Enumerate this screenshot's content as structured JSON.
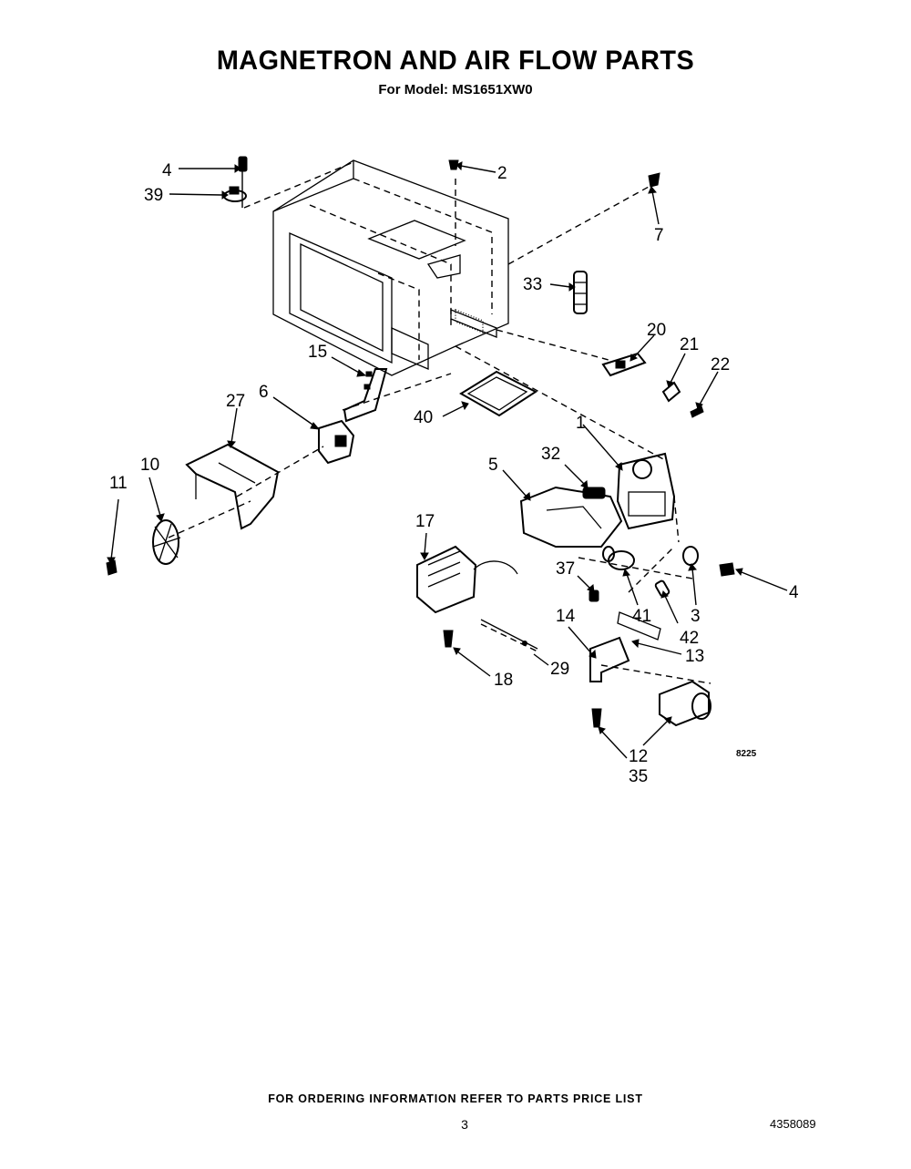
{
  "title": "MAGNETRON AND AIR FLOW PARTS",
  "subtitle": "For Model: MS1651XW0",
  "footer_note": "FOR ORDERING INFORMATION REFER TO PARTS PRICE LIST",
  "page_number": "3",
  "document_number": "4358089",
  "illustration_code": "8225",
  "callouts": {
    "c4a": "4",
    "c39": "39",
    "c2": "2",
    "c7": "7",
    "c33": "33",
    "c20": "20",
    "c21": "21",
    "c22": "22",
    "c15": "15",
    "c27": "27",
    "c6": "6",
    "c40": "40",
    "c1": "1",
    "c11": "11",
    "c10": "10",
    "c5": "5",
    "c32": "32",
    "c17": "17",
    "c37": "37",
    "c4b": "4",
    "c3": "3",
    "c41": "41",
    "c14": "14",
    "c42": "42",
    "c13": "13",
    "c29": "29",
    "c18": "18",
    "c12": "12",
    "c35": "35"
  }
}
